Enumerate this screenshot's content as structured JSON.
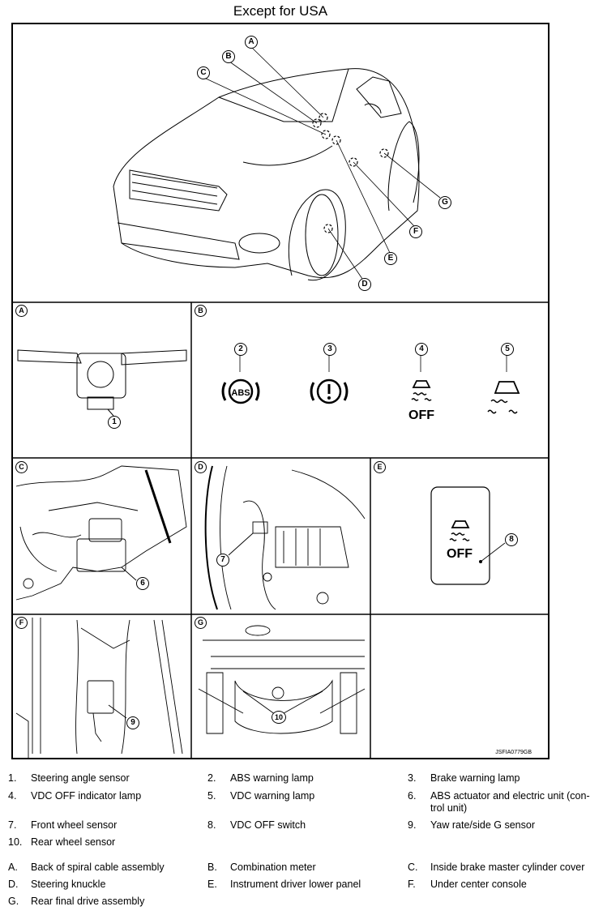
{
  "title": "Except for USA",
  "diagram_code": "JSFIA0779GB",
  "overview_callouts": [
    "A",
    "B",
    "C",
    "D",
    "E",
    "F",
    "G"
  ],
  "panels": {
    "a": {
      "letter": "A",
      "numbers": [
        "1"
      ]
    },
    "b": {
      "letter": "B",
      "numbers": [
        "2",
        "3",
        "4",
        "5"
      ],
      "abs_text": "ABS",
      "off_text": "OFF"
    },
    "c": {
      "letter": "C",
      "numbers": [
        "6"
      ]
    },
    "d": {
      "letter": "D",
      "numbers": [
        "7"
      ]
    },
    "e": {
      "letter": "E",
      "numbers": [
        "8"
      ],
      "off_text": "OFF"
    },
    "f": {
      "letter": "F",
      "numbers": [
        "9"
      ]
    },
    "g": {
      "letter": "G",
      "numbers": [
        "10"
      ]
    }
  },
  "legend": [
    {
      "num": "1.",
      "text": "Steering angle sensor"
    },
    {
      "num": "2.",
      "text": "ABS warning lamp"
    },
    {
      "num": "3.",
      "text": "Brake warning lamp"
    },
    {
      "num": "4.",
      "text": "VDC OFF indicator lamp"
    },
    {
      "num": "5.",
      "text": "VDC warning lamp"
    },
    {
      "num": "6.",
      "text": "ABS actuator and electric unit (con-trol unit)"
    },
    {
      "num": "7.",
      "text": "Front wheel sensor"
    },
    {
      "num": "8.",
      "text": "VDC OFF switch"
    },
    {
      "num": "9.",
      "text": "Yaw rate/side G sensor"
    },
    {
      "num": "10.",
      "text": "Rear wheel sensor"
    },
    {
      "num": "A.",
      "text": "Back of spiral cable assembly"
    },
    {
      "num": "B.",
      "text": "Combination meter"
    },
    {
      "num": "C.",
      "text": "Inside brake master cylinder cover"
    },
    {
      "num": "D.",
      "text": "Steering knuckle"
    },
    {
      "num": "E.",
      "text": "Instrument driver lower panel"
    },
    {
      "num": "F.",
      "text": "Under center console"
    },
    {
      "num": "G.",
      "text": "Rear final drive assembly"
    }
  ]
}
